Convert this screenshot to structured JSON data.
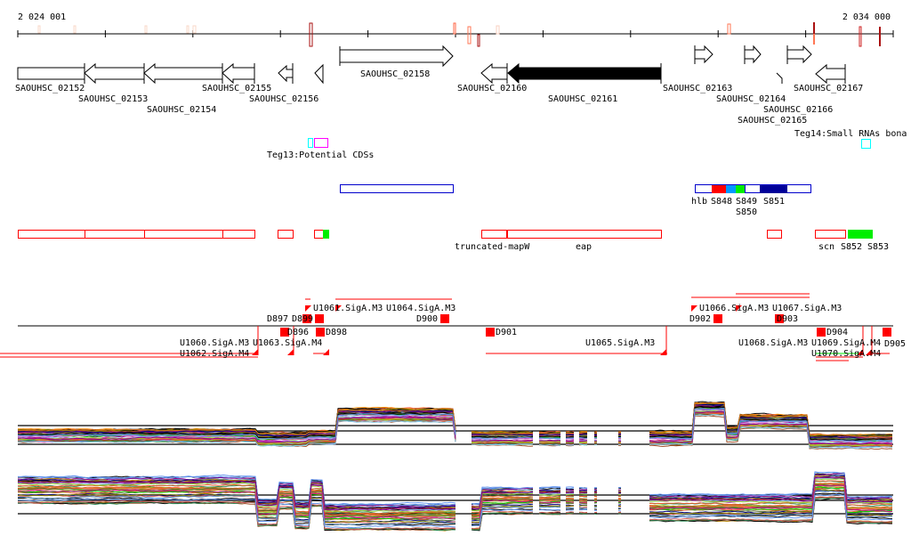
{
  "ruler": {
    "start_label": "2 024 001",
    "end_label": "2 034 000"
  },
  "genes": {
    "g02152": "SAOUHSC_02152",
    "g02153": "SAOUHSC_02153",
    "g02154": "SAOUHSC_02154",
    "g02155": "SAOUHSC_02155",
    "g02156": "SAOUHSC_02156",
    "g02158": "SAOUHSC_02158",
    "g02160": "SAOUHSC_02160",
    "g02161": "SAOUHSC_02161",
    "g02163": "SAOUHSC_02163",
    "g02164": "SAOUHSC_02164",
    "g02165": "SAOUHSC_02165",
    "g02166": "SAOUHSC_02166",
    "g02167": "SAOUHSC_02167"
  },
  "tracks": {
    "teg13": "Teg13:Potential CDSs",
    "teg14": "Teg14:Small RNAs bona"
  },
  "srna_labels": {
    "hlb": "hlb",
    "s848": "S848",
    "s849": "S849",
    "s850": "S850",
    "s851": "S851"
  },
  "features": {
    "truncated_mapw": "truncated-mapW",
    "eap": "eap",
    "scn": "scn",
    "s852": "S852",
    "s853": "S853"
  },
  "transcripts": {
    "d896": "D896",
    "d897": "D897",
    "d898": "D898",
    "d899": "D899",
    "d900": "D900",
    "d901": "D901",
    "d902": "D902",
    "d903": "D903",
    "d904": "D904",
    "d905": "D905",
    "u1060": "U1060.SigA.M3",
    "u1061": "U1061.SigA.M3",
    "u1062": "U1062.SigA.M4",
    "u1063": "U1063.SigA.M4",
    "u1064": "U1064.SigA.M3",
    "u1065": "U1065.SigA.M3",
    "u1066": "U1066.SigA.M3",
    "u1067": "U1067.SigA.M3",
    "u1068": "U1068.SigA.M3",
    "u1069": "U1069.SigA.M4",
    "u1070": "U1070.SigA.M4"
  },
  "colors": {
    "red": "#ff0000",
    "green": "#00ee00",
    "blue": "#0000cc",
    "navy": "#000099",
    "cyan": "#00ffff",
    "magenta": "#ff00ff",
    "skyblue": "#0099ff"
  }
}
